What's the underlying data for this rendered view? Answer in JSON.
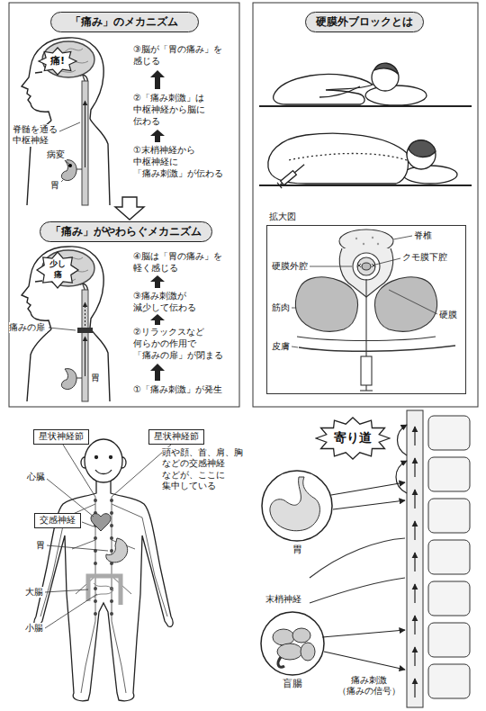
{
  "diagram": {
    "nodes": [
      {
        "text": [
          "「痛み」のメカニズム"
        ]
      },
      {
        "text": [
          "「痛み」がやわらぐメカニズム"
        ]
      },
      {
        "text": [
          "硬膜外ブロックとは"
        ]
      },
      {
        "text": [
          "拡大図"
        ]
      },
      {
        "text": [
          "星状神経節"
        ]
      },
      {
        "text": [
          "星状神経節"
        ]
      },
      {
        "text": [
          "交感神経"
        ]
      },
      {
        "text": [
          "寄り道"
        ]
      },
      {
        "text": [
          "胃"
        ]
      },
      {
        "text": [
          "盲腸"
        ]
      }
    ],
    "labels": [
      "痛!",
      "③脳が「胃の痛み」を 感じる",
      "②「痛み刺激」は 中枢神経から脳に 伝わる",
      "①末梢神経から 中枢神経に 「痛み刺激」が伝わる",
      "脊髄を通る 中枢神経",
      "病変",
      "胃",
      "少し 痛",
      "④脳は「胃の痛み」を 軽く感じる",
      "③痛み刺激が 減少して伝わる",
      "②リラックスなど 何らかの作用で 「痛みの扉」が閉まる",
      "①「痛み刺激」が発生",
      "痛みの扉",
      "胃",
      "脊椎",
      "硬膜外腔",
      "クモ膜下腔",
      "筋肉",
      "硬膜",
      "皮膚",
      "頭や顔、首、肩、胸 などの交感神経 などが、ここに 集中している",
      "心臓",
      "胃",
      "大腸",
      "小腸",
      "末梢神経",
      "痛み刺激 （痛みの信号）"
    ]
  }
}
